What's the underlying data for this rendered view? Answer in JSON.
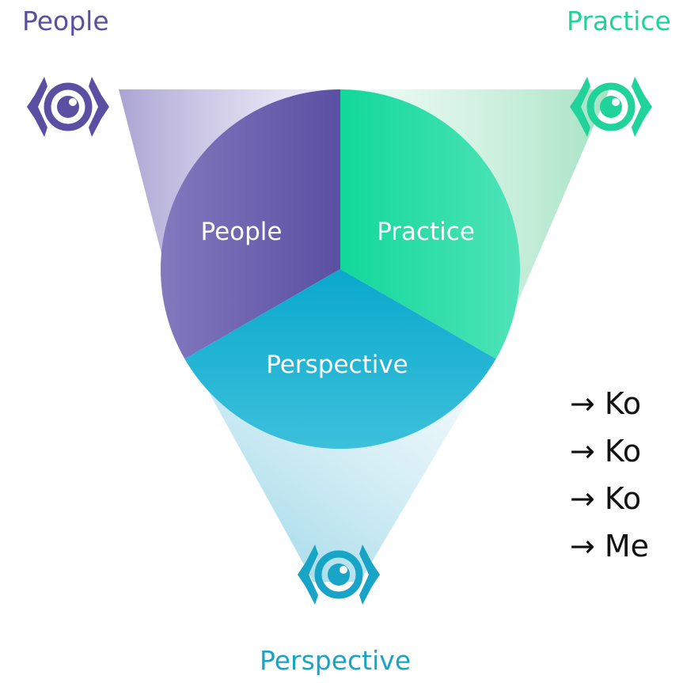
{
  "diagram": {
    "corner_labels": {
      "people": "People",
      "practice": "Practice",
      "perspective": "Perspective"
    },
    "segments": {
      "people": "People",
      "practice": "Practice",
      "perspective": "Perspective"
    },
    "colors": {
      "people": "#5b4fa3",
      "people_light": "#8279be",
      "practice": "#1fd39a",
      "practice_light": "#4fe3b8",
      "perspective": "#17a4c6",
      "perspective_light": "#3cc0db"
    },
    "icons": {
      "people": "eye-icon",
      "practice": "eye-icon",
      "perspective": "eye-icon"
    }
  },
  "list": {
    "arrow": "→",
    "items": [
      "Ko",
      "Ko",
      "Ko",
      "Me"
    ]
  }
}
